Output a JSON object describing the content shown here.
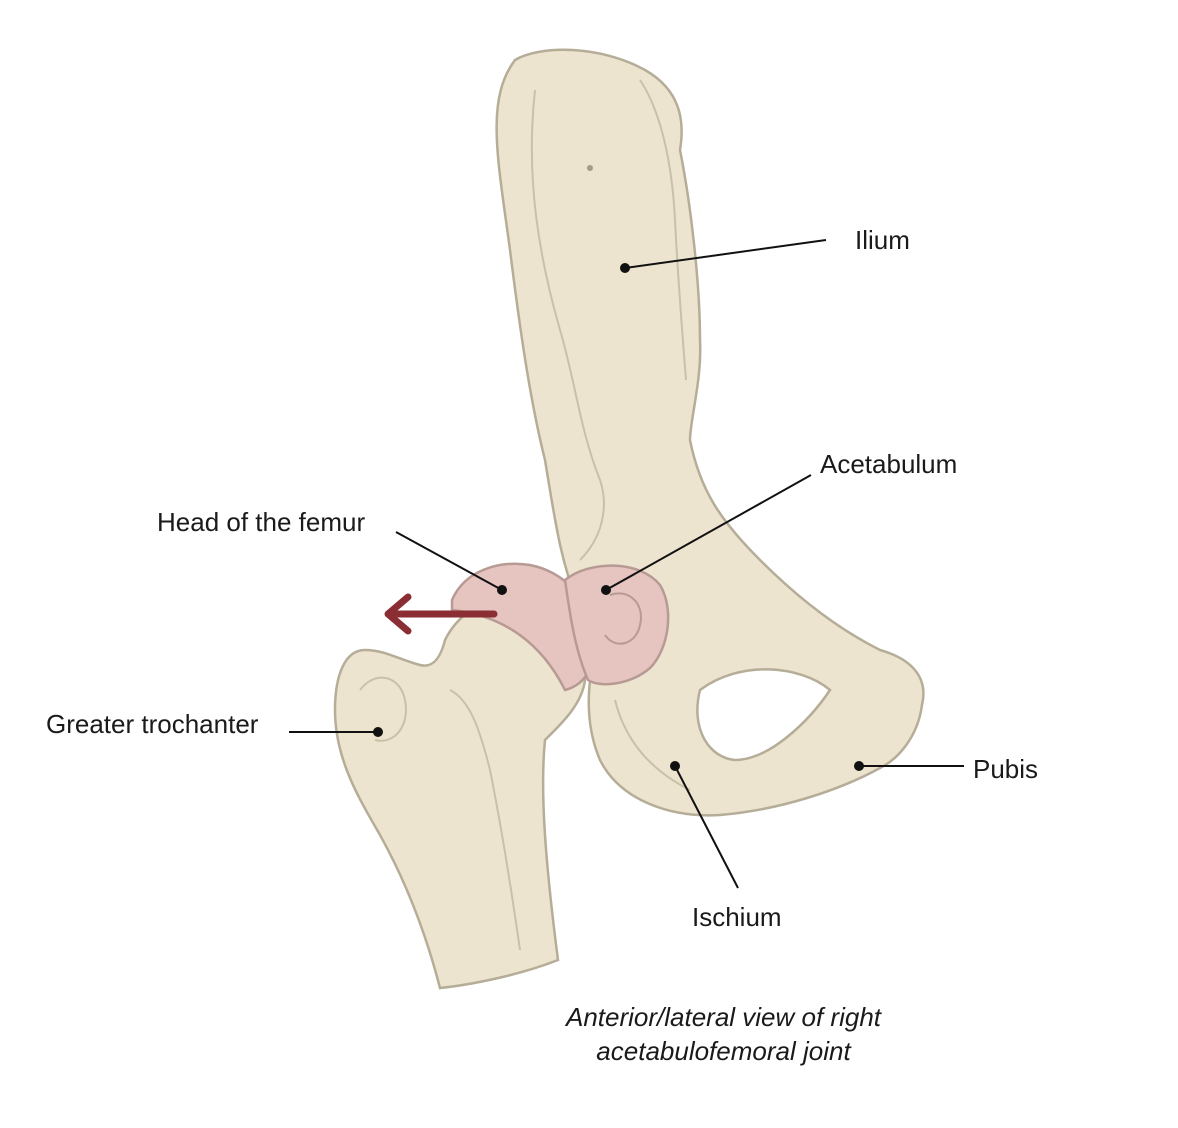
{
  "labels": {
    "ilium": "Ilium",
    "acetabulum": "Acetabulum",
    "head_of_femur": "Head of the femur",
    "greater_trochanter": "Greater trochanter",
    "pubis": "Pubis",
    "ischium": "Ischium"
  },
  "caption": {
    "line1": "Anterior/lateral view of right",
    "line2": "acetabulofemoral joint"
  },
  "colors": {
    "bone_fill": "#ece4cf",
    "bone_stroke": "#b5ad97",
    "cartilage_fill": "#e6c4c0",
    "arrow": "#8b2e33",
    "leader": "#111111"
  }
}
